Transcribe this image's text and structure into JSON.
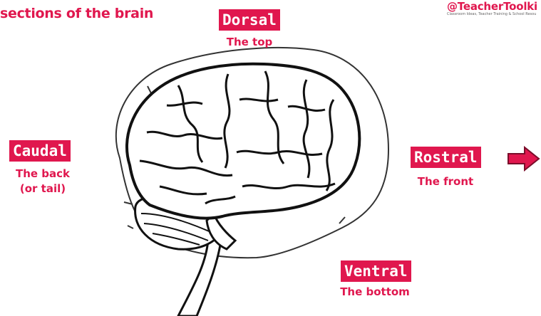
{
  "title": "sections of the brain",
  "brand": {
    "handle": "@TeacherToolki",
    "tagline": "Classroom Ideas, Teacher Training & School Resou"
  },
  "labels": {
    "dorsal": {
      "name": "Dorsal",
      "desc": "The top"
    },
    "caudal": {
      "name": "Caudal",
      "desc_line1": "The back",
      "desc_line2": "(or tail)"
    },
    "rostral": {
      "name": "Rostral",
      "desc": "The front"
    },
    "ventral": {
      "name": "Ventral",
      "desc": "The bottom"
    }
  },
  "colors": {
    "accent": "#e0174e",
    "ink": "#111111"
  },
  "icons": {
    "direction_arrow": "right-arrow-icon"
  }
}
